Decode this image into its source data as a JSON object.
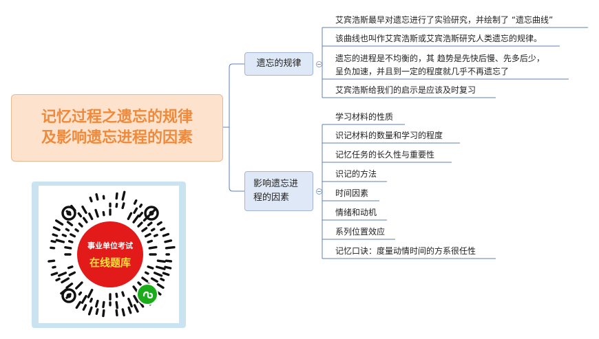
{
  "root": {
    "line1": "记忆过程之遗忘的规律",
    "line2": "及影响遗忘进程的因素"
  },
  "branches": [
    {
      "label": "遗忘的规律",
      "leaves": [
        "艾宾浩斯最早对遗忘进行了实验研究，并绘制了 “遗忘曲线”",
        "该曲线也叫作艾宾浩斯或艾宾浩斯研究人类遗忘的规律。",
        [
          "遗忘的进程是不均衡的，其 趋势是先快后慢、先多后少，",
          "呈负加速，并且到一定的程度就几乎不再遗忘了"
        ],
        "艾宾浩斯给我们的启示是应该及时复习"
      ]
    },
    {
      "label": [
        "影响遗忘进",
        "程的因素"
      ],
      "leaves": [
        "学习材料的性质",
        "识记材料的数量和学习的程度",
        "记忆任务的长久性与重要性",
        "识记的方法",
        "时间因素",
        "情绪和动机",
        "系列位置效应",
        "记忆口诀：度量动情时间的方系很任性"
      ]
    }
  ],
  "qr": {
    "badge_top": "事业单位考试",
    "badge_main": "在线题库"
  },
  "colors": {
    "root_text": "#ee8a3c",
    "root_fill": "#fde3cd",
    "branch_fill": "#dfe8f6",
    "line": "#5b7fb4",
    "badge": "#e21a1a",
    "badge_text": "#ffe236",
    "mini_program": "#1aad19"
  }
}
